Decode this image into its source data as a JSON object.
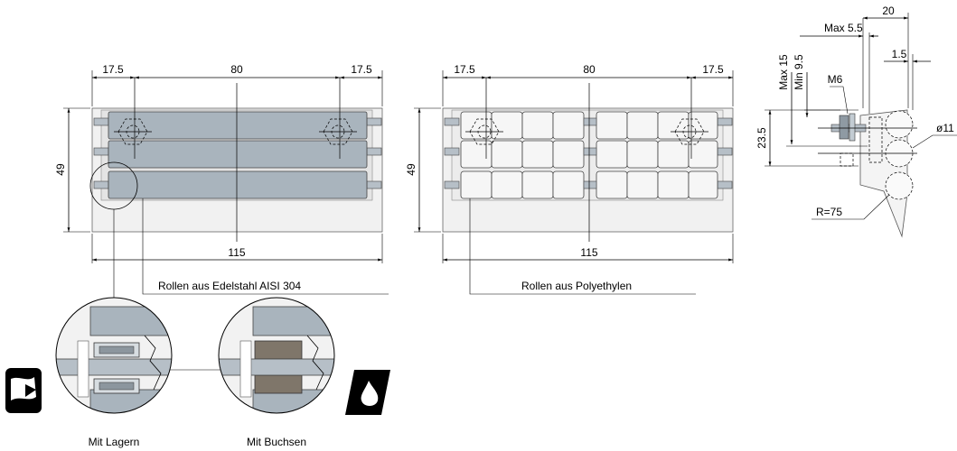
{
  "view_left": {
    "dim_left": "17.5",
    "dim_mid": "80",
    "dim_right": "17.5",
    "dim_height": "49",
    "dim_total": "115",
    "label": "Rollen aus Edelstahl AISI 304"
  },
  "view_mid": {
    "dim_left": "17.5",
    "dim_mid": "80",
    "dim_right": "17.5",
    "dim_height": "49",
    "dim_total": "115",
    "label": "Rollen aus Polyethylen"
  },
  "view_side": {
    "dim_20": "20",
    "dim_max55": "Max 5.5",
    "dim_max15": "Max 15",
    "dim_min95": "Min 9.5",
    "dim_15": "1.5",
    "dim_m6": "M6",
    "dim_235": "23.5",
    "dim_dia": "ø11",
    "dim_r": "R=75"
  },
  "details": {
    "left_label": "Mit Lagern",
    "right_label": "Mit Buchsen"
  },
  "icons": {
    "left": "dry-environment-icon",
    "right": "wet-environment-icon"
  }
}
